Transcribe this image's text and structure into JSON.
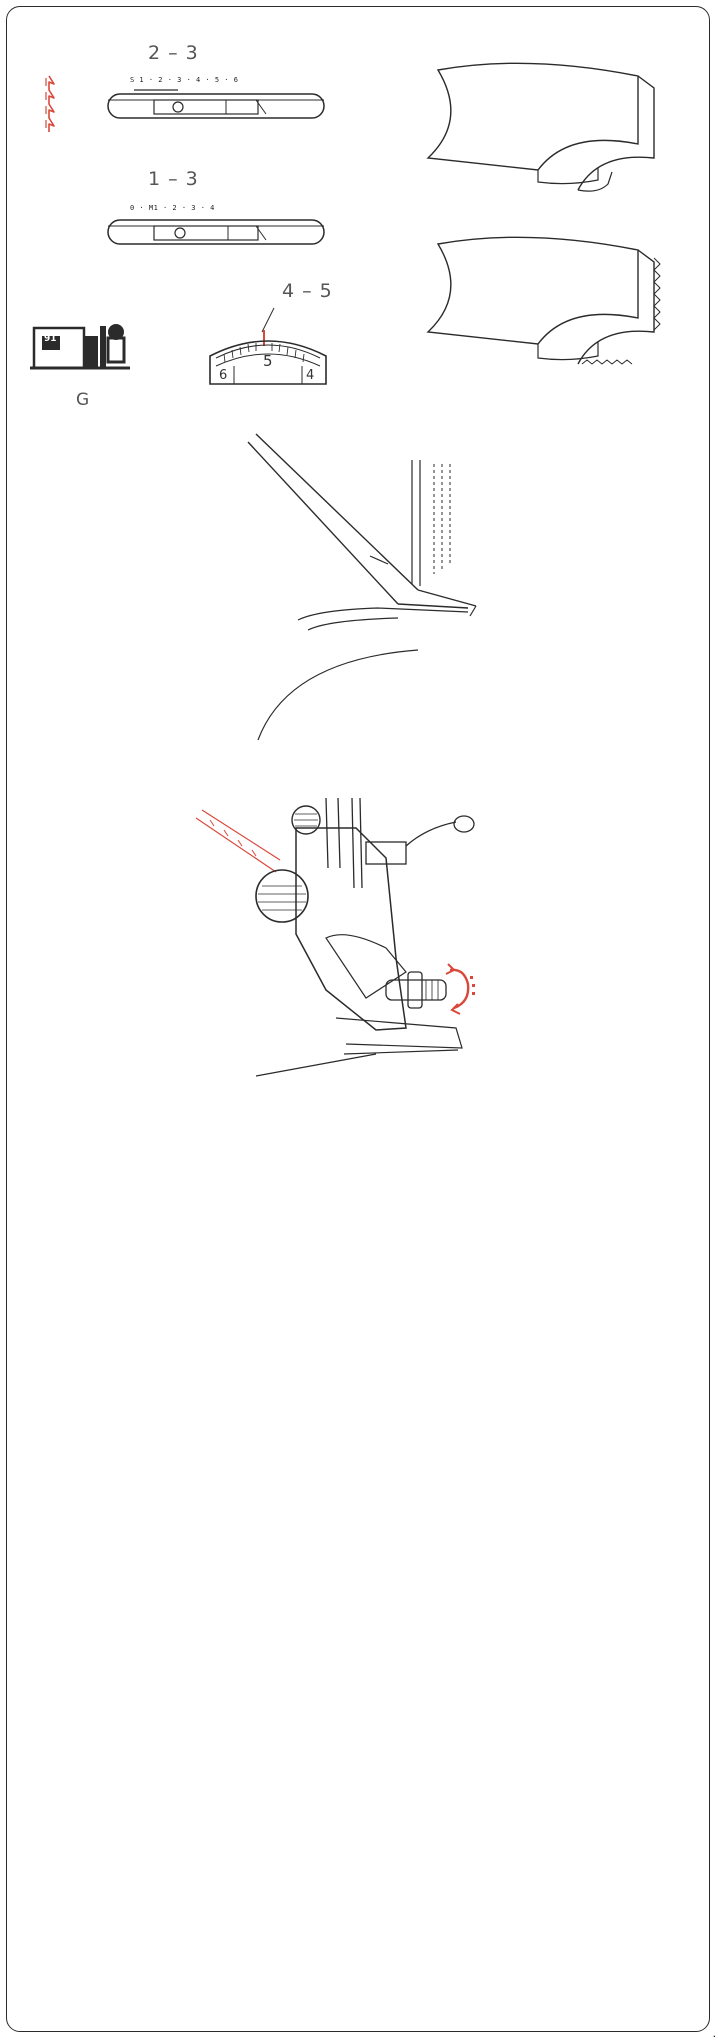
{
  "settings": {
    "stitch_length_range": "2 – 3",
    "stitch_length_scale": "S 1 · 2 · 3 · 4 · 5 · 6",
    "stitch_length_scale_superscript": "S1",
    "stitch_width_range": "1 – 3",
    "stitch_width_scale": "0 · M1 · 2 · 3 · 4",
    "thread_tension_range": "4 – 5",
    "dial_left": "6",
    "dial_center": "5",
    "dial_right": "4",
    "foot_label": "G",
    "foot_number": "91"
  },
  "colors": {
    "accent_red": "#d9483b",
    "line": "#2b2b2b"
  },
  "icons": {
    "stitch_pattern": "blind-hem-stitch-icon",
    "presser_foot": "blind-hem-foot-icon"
  },
  "footer_mark": "."
}
